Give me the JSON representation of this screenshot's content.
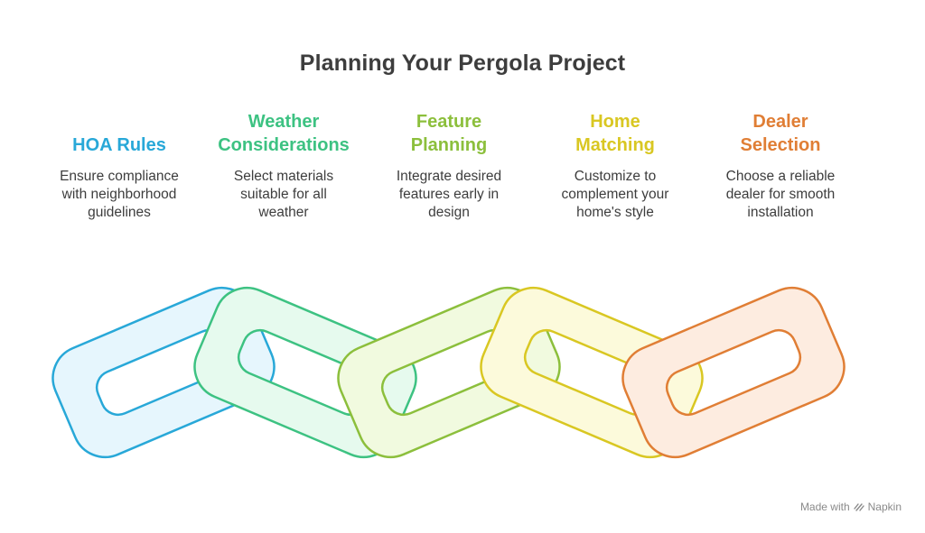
{
  "title": "Planning Your Pergola Project",
  "steps": [
    {
      "heading": [
        "HOA Rules"
      ],
      "description": [
        "Ensure compliance",
        "with neighborhood",
        "guidelines"
      ],
      "color": "#28A8D8",
      "fill": "#E6F6FD"
    },
    {
      "heading": [
        "Weather",
        "Considerations"
      ],
      "description": [
        "Select materials",
        "suitable for all",
        "weather"
      ],
      "color": "#3DC282",
      "fill": "#E6FAEE"
    },
    {
      "heading": [
        "Feature",
        "Planning"
      ],
      "description": [
        "Integrate desired",
        "features early in",
        "design"
      ],
      "color": "#8CBF3C",
      "fill": "#F1FADF"
    },
    {
      "heading": [
        "Home",
        "Matching"
      ],
      "description": [
        "Customize to",
        "complement your",
        "home's style"
      ],
      "color": "#D9C722",
      "fill": "#FCFADB"
    },
    {
      "heading": [
        "Dealer",
        "Selection"
      ],
      "description": [
        "Choose a reliable",
        "dealer for smooth",
        "installation"
      ],
      "color": "#E07E35",
      "fill": "#FDECE0"
    }
  ],
  "branding": {
    "label": "Made with",
    "name": "Napkin"
  }
}
